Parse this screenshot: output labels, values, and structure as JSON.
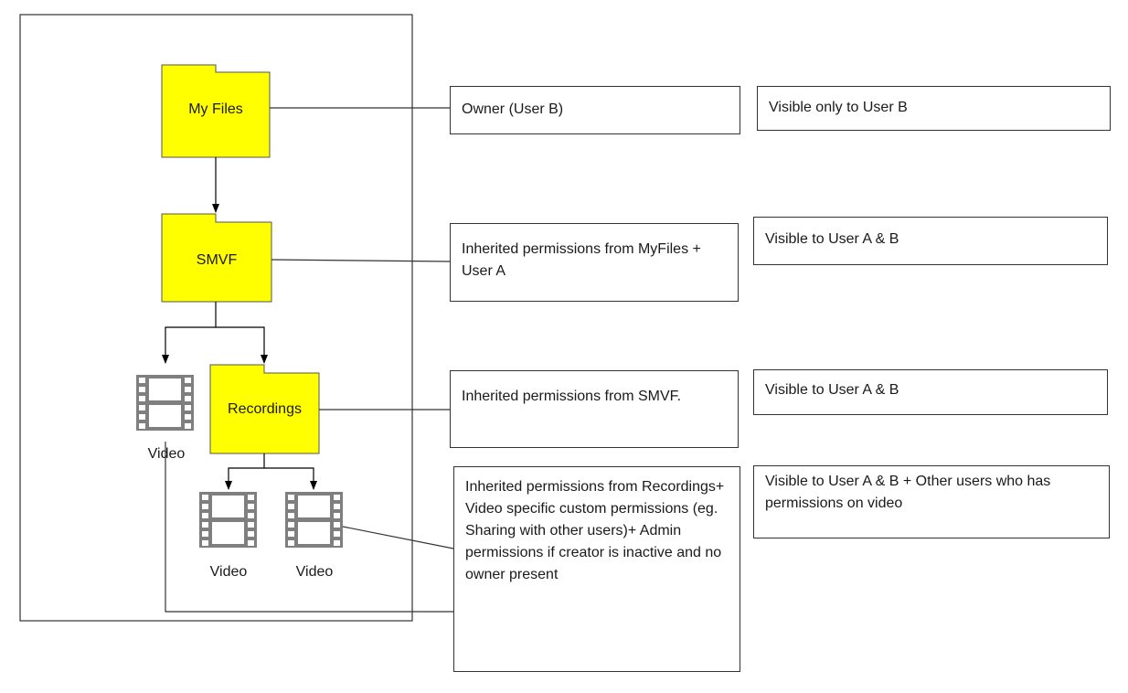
{
  "colors": {
    "folder_fill": "#ffff00",
    "stroke": "#333333",
    "icon": "#7f7f7f"
  },
  "folders": {
    "my_files": "My Files",
    "smvf": "SMVF",
    "recordings": "Recordings"
  },
  "videos": {
    "video_1": "Video",
    "video_2": "Video",
    "video_3": "Video"
  },
  "permissions": {
    "owner": "Owner (User B)",
    "smvf": "Inherited permissions from MyFiles + User A",
    "recordings": "Inherited permissions from SMVF.",
    "video": "Inherited permissions from Recordings+ Video specific custom permissions (eg. Sharing with other users)+ Admin permissions if creator is inactive and no owner present"
  },
  "visibility": {
    "my_files": "Visible only to User B",
    "smvf": "Visible to User A & B",
    "recordings": "Visible to User A & B",
    "video": "Visible to User A & B + Other users who has permissions on video"
  },
  "icons": {
    "folder": "folder-icon",
    "video": "film-strip-icon"
  }
}
